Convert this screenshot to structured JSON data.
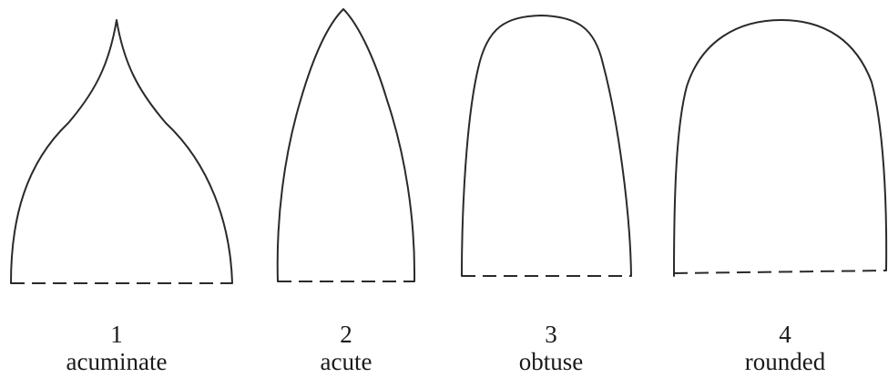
{
  "shapes": [
    {
      "number": "1",
      "name": "acuminate"
    },
    {
      "number": "2",
      "name": "acute"
    },
    {
      "number": "3",
      "name": "obtuse"
    },
    {
      "number": "4",
      "name": "rounded"
    }
  ]
}
